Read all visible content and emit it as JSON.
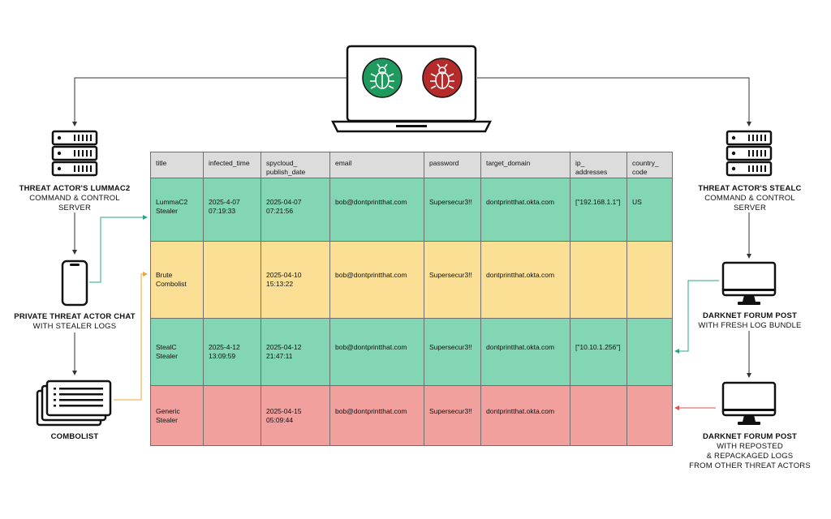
{
  "colors": {
    "row_green": "#83d6b3",
    "row_yellow": "#fadf95",
    "row_red": "#f2a09e",
    "header_gray": "#dcdcdc",
    "bug_green": "#1f9a5e",
    "bug_red": "#b52a2a",
    "link_teal": "#2aa58a",
    "link_orange": "#e8a93a",
    "link_red": "#d9534f"
  },
  "icons": {
    "laptop": "laptop-icon",
    "bug_ok": "bug-icon",
    "bug_bad": "bug-icon",
    "server": "server-icon",
    "phone": "phone-icon",
    "documents": "documents-icon",
    "monitor": "monitor-icon"
  },
  "left": {
    "server": {
      "title": "THREAT ACTOR'S LUMMAC2",
      "lines": [
        "COMMAND & CONTROL",
        "SERVER"
      ]
    },
    "chat": {
      "title": "PRIVATE THREAT ACTOR CHAT",
      "lines": [
        "WITH STEALER LOGS"
      ]
    },
    "combolist": {
      "title": "COMBOLIST",
      "lines": []
    }
  },
  "right": {
    "server": {
      "title": "THREAT ACTOR'S STEALC",
      "lines": [
        "COMMAND & CONTROL",
        "SERVER"
      ]
    },
    "forum1": {
      "title": "DARKNET FORUM POST",
      "lines": [
        "WITH FRESH LOG BUNDLE"
      ]
    },
    "forum2": {
      "title": "DARKNET FORUM POST",
      "lines": [
        "WITH REPOSTED",
        "& REPACKAGED LOGS",
        "FROM OTHER THREAT ACTORS"
      ]
    }
  },
  "table": {
    "columns": [
      "title",
      "infected_time",
      "spycloud_\npublish_date",
      "email",
      "password",
      "target_domain",
      "ip_\naddresses",
      "country_\ncode"
    ],
    "rows": [
      {
        "title": "LummaC2\nStealer",
        "infected_time": "2025-4-07\n07:19:33",
        "publish_date": "2025-04-07\n07:21:56",
        "email": "bob@dontprintthat.com",
        "password": "Supersecur3!!",
        "target_domain": "dontprintthat.okta.com",
        "ip_addresses": "[\"192.168.1.1\"]",
        "country_code": "US"
      },
      {
        "title": "Brute\nCombolist",
        "infected_time": "",
        "publish_date": "2025-04-10\n15:13:22",
        "email": "bob@dontprintthat.com",
        "password": "Supersecur3!!",
        "target_domain": "dontprintthat.okta.com",
        "ip_addresses": "",
        "country_code": ""
      },
      {
        "title": "StealC\nStealer",
        "infected_time": "2025-4-12\n13:09:59",
        "publish_date": "2025-04-12\n21:47:11",
        "email": "bob@dontprintthat.com",
        "password": "Supersecur3!!",
        "target_domain": "dontprintthat.okta.com",
        "ip_addresses": "[\"10.10.1.256\"]",
        "country_code": ""
      },
      {
        "title": "Generic\nStealer",
        "infected_time": "",
        "publish_date": "2025-04-15\n05:09:44",
        "email": "bob@dontprintthat.com",
        "password": "Supersecur3!!",
        "target_domain": "dontprintthat.okta.com",
        "ip_addresses": "",
        "country_code": ""
      }
    ]
  }
}
